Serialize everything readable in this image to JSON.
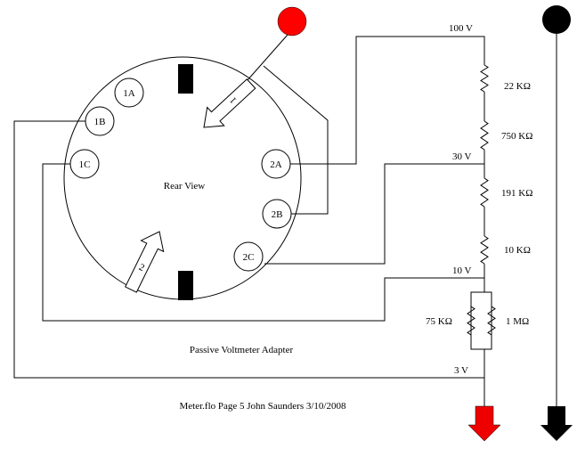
{
  "socket": {
    "caption": "Rear View",
    "pins": [
      {
        "id": "1A",
        "label": "1A"
      },
      {
        "id": "1B",
        "label": "1B"
      },
      {
        "id": "1C",
        "label": "1C"
      },
      {
        "id": "2A",
        "label": "2A"
      },
      {
        "id": "2B",
        "label": "2B"
      },
      {
        "id": "2C",
        "label": "2C"
      }
    ],
    "arrows": [
      {
        "label": "1"
      },
      {
        "label": "2"
      }
    ]
  },
  "nodes": {
    "v100": "100 V",
    "v30": "30 V",
    "v10": "10 V",
    "v3": "3 V"
  },
  "resistors": {
    "r1": "22 KΩ",
    "r2": "750 KΩ",
    "r3": "191 KΩ",
    "r4": "10 KΩ",
    "r5": "75 KΩ",
    "r6": "1 MΩ"
  },
  "title": "Passive Voltmeter Adapter",
  "footer": "Meter.flo Page 5  John Saunders 3/10/2008",
  "colors": {
    "positive_probe": "#ff0000",
    "negative_probe": "#000000"
  }
}
